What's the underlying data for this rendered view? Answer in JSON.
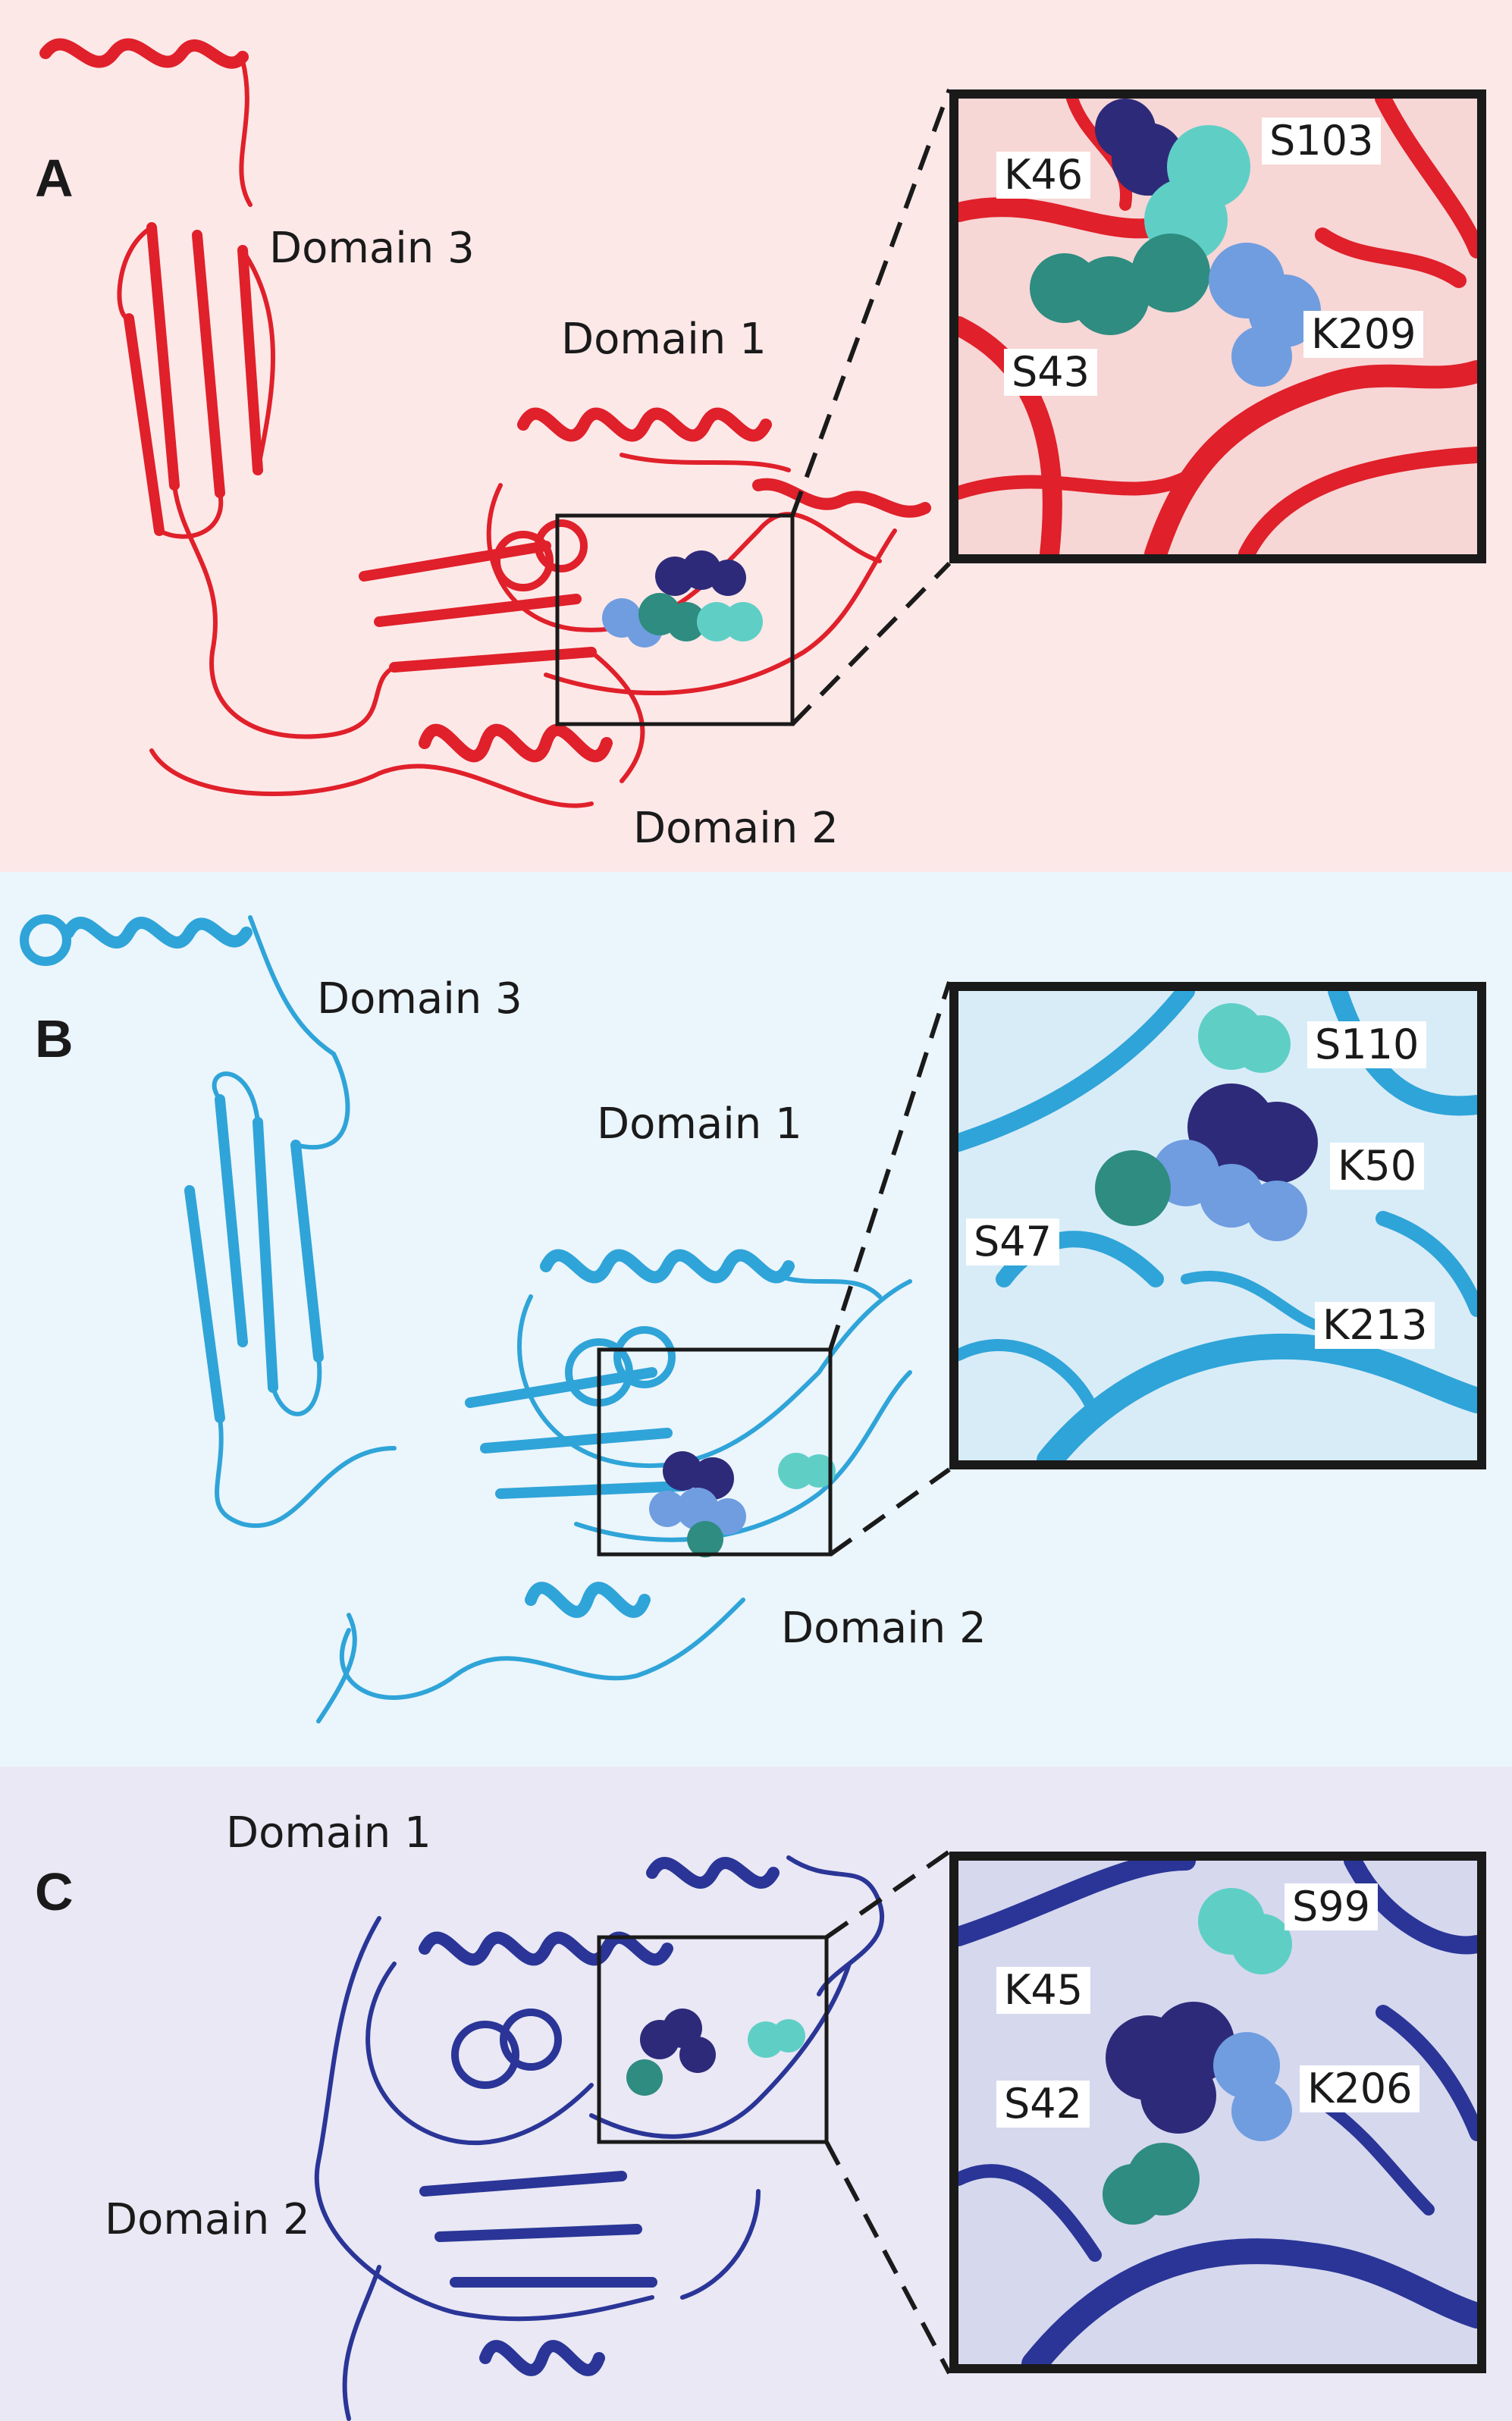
{
  "panels": [
    {
      "letter": "A",
      "bg": "#fde8e8",
      "ribbon": "#e0202a",
      "domains": [
        "Domain 3",
        "Domain 1",
        "Domain 2"
      ],
      "residues": [
        "K46",
        "S103",
        "S43",
        "K209"
      ]
    },
    {
      "letter": "B",
      "bg": "#ebf5fc",
      "ribbon": "#2fa4d8",
      "domains": [
        "Domain 3",
        "Domain 1",
        "Domain 2"
      ],
      "residues": [
        "S110",
        "K50",
        "S47",
        "K213"
      ]
    },
    {
      "letter": "C",
      "bg": "#e9e8f4",
      "ribbon": "#2a3597",
      "domains": [
        "Domain 1",
        "Domain 2"
      ],
      "residues": [
        "S99",
        "K45",
        "S42",
        "K206"
      ]
    }
  ],
  "atom_colors": {
    "lysine_dark": "#2e2a7a",
    "serine_teal": "#2e8c80",
    "serine_cyan": "#5fcfc6",
    "lysine_light": "#6f9de0"
  }
}
